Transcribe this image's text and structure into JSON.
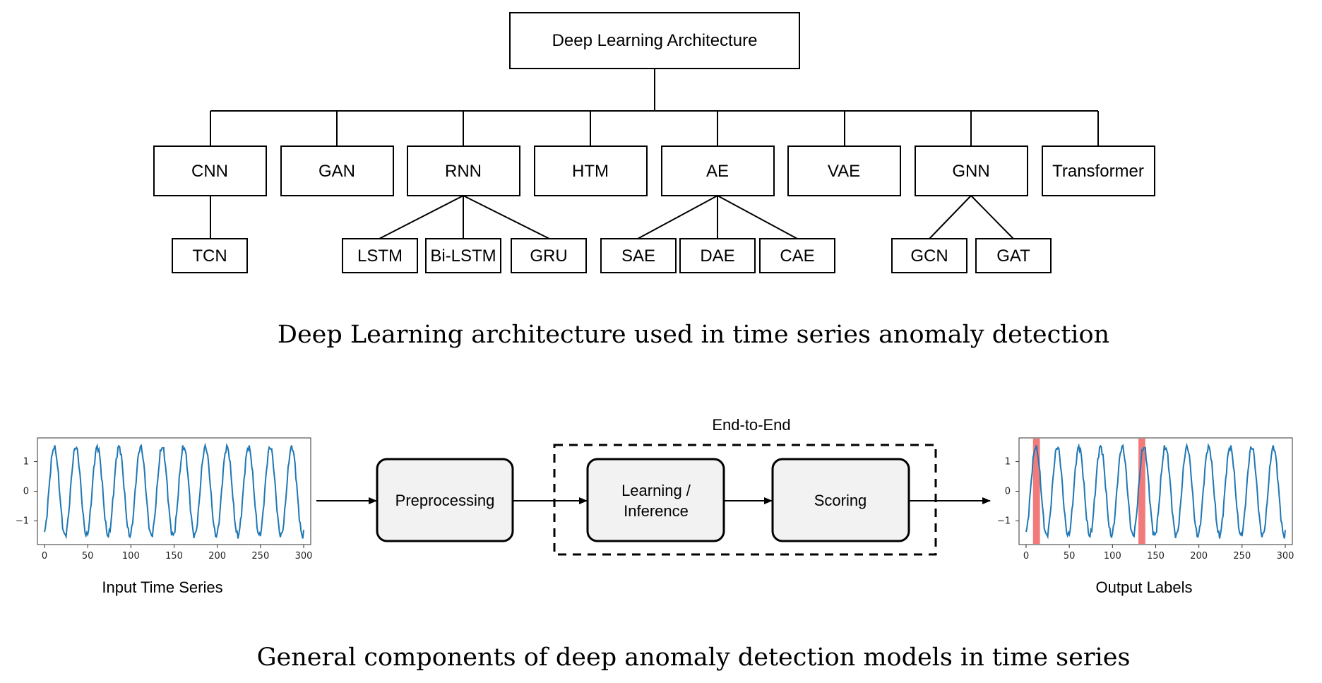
{
  "tree": {
    "root": "Deep Learning Architecture",
    "level1": [
      "CNN",
      "GAN",
      "RNN",
      "HTM",
      "AE",
      "VAE",
      "GNN",
      "Transformer"
    ],
    "level2": {
      "CNN": [
        "TCN"
      ],
      "RNN": [
        "LSTM",
        "Bi-LSTM",
        "GRU"
      ],
      "AE": [
        "SAE",
        "DAE",
        "CAE"
      ],
      "GNN": [
        "GCN",
        "GAT"
      ]
    },
    "caption": "Deep Learning architecture used in time series anomaly detection"
  },
  "pipeline": {
    "input_label": "Input Time Series",
    "preprocessing": "Preprocessing",
    "learning_line1": "Learning /",
    "learning_line2": "Inference",
    "scoring": "Scoring",
    "end_to_end": "End-to-End",
    "output_label": "Output Labels",
    "caption": "General components of deep anomaly detection models in time series"
  },
  "chart_data": [
    {
      "type": "line",
      "series": [
        {
          "signal": "sinusoid",
          "period": 25,
          "amplitude": 1.5,
          "length": 300
        }
      ],
      "x_ticks": [
        "0",
        "50",
        "100",
        "150",
        "200",
        "250",
        "300"
      ],
      "y_ticks": [
        "1",
        "0",
        "−1"
      ],
      "xlim": [
        0,
        300
      ],
      "ylim": [
        -1.8,
        1.8
      ],
      "line_color": "#1f77b4"
    },
    {
      "type": "line",
      "series": [
        {
          "signal": "sinusoid",
          "period": 25,
          "amplitude": 1.5,
          "length": 300
        }
      ],
      "anomaly_regions": [
        [
          8,
          16
        ],
        [
          130,
          138
        ]
      ],
      "anomaly_color": "#f26b6b",
      "x_ticks": [
        "0",
        "50",
        "100",
        "150",
        "200",
        "250",
        "300"
      ],
      "y_ticks": [
        "1",
        "0",
        "−1"
      ],
      "xlim": [
        0,
        300
      ],
      "ylim": [
        -1.8,
        1.8
      ],
      "line_color": "#1f77b4"
    }
  ]
}
